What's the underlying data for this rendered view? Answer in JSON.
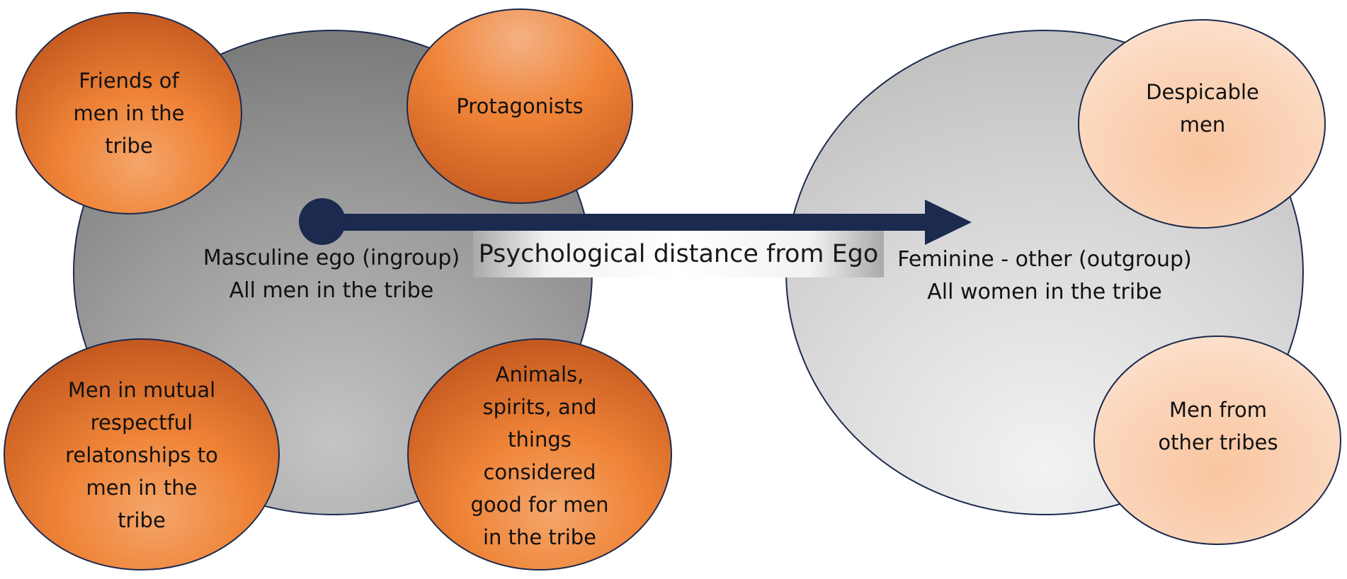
{
  "ingroup": {
    "line1": "Masculine ego (ingroup)",
    "line2": "All men in the tribe"
  },
  "outgroup": {
    "line1": "Feminine - other (outgroup)",
    "line2": "All women in the tribe"
  },
  "arrow": {
    "label": "Psychological distance from Ego"
  },
  "ingroup_satellites": [
    {
      "lines": [
        "Friends of",
        "men in the",
        "tribe"
      ]
    },
    {
      "lines": [
        "Protagonists"
      ]
    },
    {
      "lines": [
        "Men in mutual",
        "respectful",
        "relatonships to",
        "men in the",
        "tribe"
      ]
    },
    {
      "lines": [
        "Animals,",
        "spirits, and",
        "things",
        "considered",
        "good for men",
        "in the tribe"
      ]
    }
  ],
  "outgroup_satellites": [
    {
      "lines": [
        "Despicable",
        "men"
      ]
    },
    {
      "lines": [
        "Men from",
        "other tribes"
      ]
    }
  ],
  "colors": {
    "ingroup_fill": "#8f8f8f",
    "outgroup_fill": "#d6d6d6",
    "ingroup_satellite": "#e8803a",
    "outgroup_satellite": "#f9c9a8",
    "arrow": "#1b2a4e",
    "outline": "#1b2a4e"
  }
}
